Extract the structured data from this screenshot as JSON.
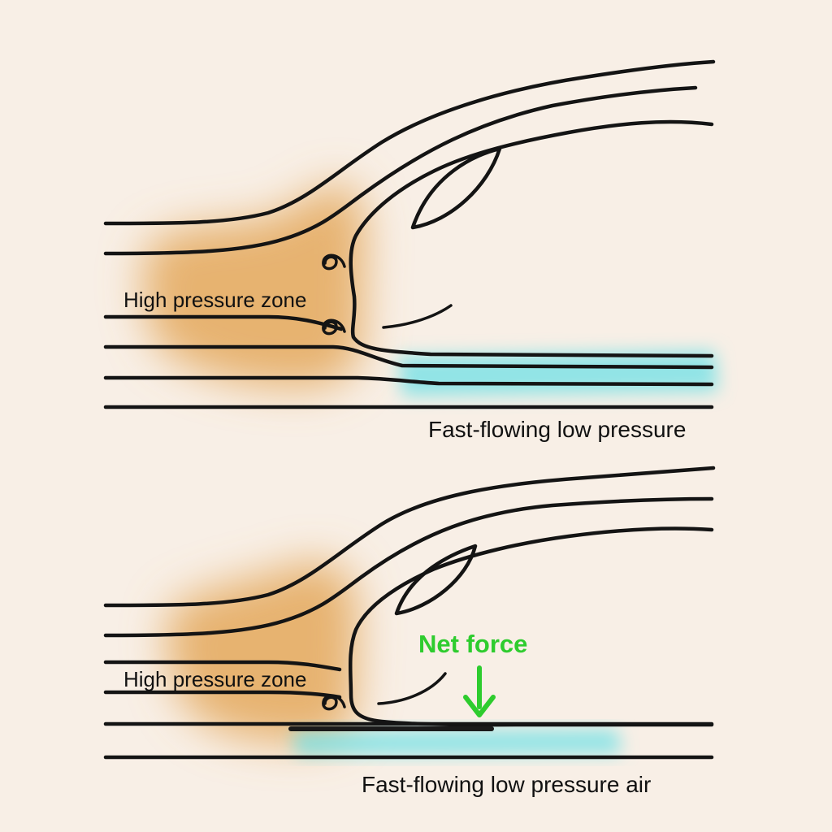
{
  "top_panel": {
    "high_pressure_label": "High pressure zone",
    "low_pressure_label": "Fast-flowing low pressure"
  },
  "bottom_panel": {
    "high_pressure_label": "High pressure zone",
    "force_label": "Net force",
    "low_pressure_label": "Fast-flowing low pressure air"
  },
  "colors": {
    "background": "#f8efe6",
    "high_pressure": "#e4a85c",
    "low_pressure": "#6fe0e6",
    "force": "#2ecc2e",
    "streamline": "#141414"
  }
}
